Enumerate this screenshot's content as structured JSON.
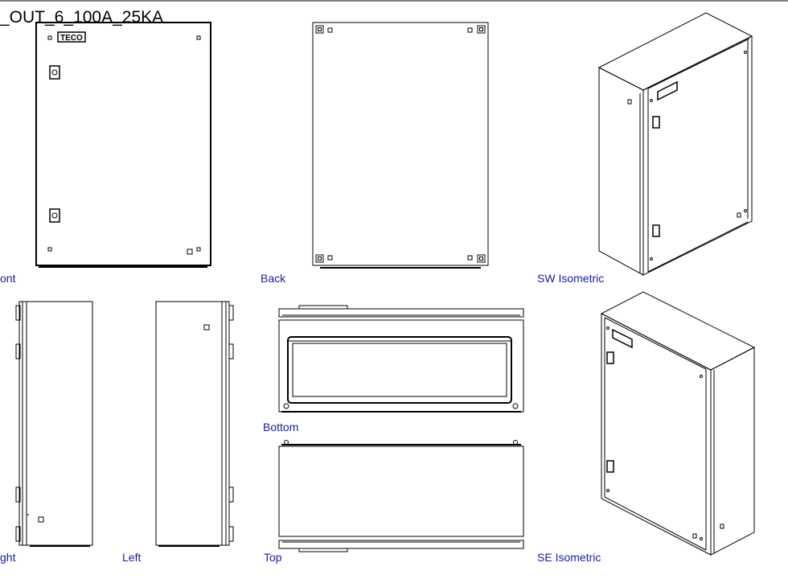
{
  "drawing_title": "_OUT_6_100A_25KA",
  "brand_logo_text": "TECO",
  "views": {
    "front": "ont",
    "back": "Back",
    "sw_isometric": "SW Isometric",
    "right": "ght",
    "left": "Left",
    "bottom": "Bottom",
    "top": "Top",
    "se_isometric": "SE Isometric"
  },
  "colors": {
    "line": "#000000",
    "label": "#1a1aa6",
    "background": "#ffffff"
  }
}
